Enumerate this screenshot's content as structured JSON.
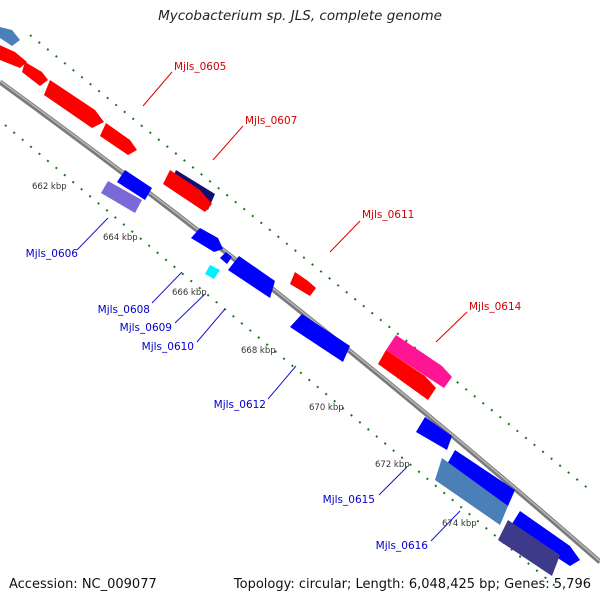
{
  "title": "Mycobacterium sp. JLS, complete genome",
  "accession": "Accession: NC_009077",
  "topology": "Topology: circular; Length: 6,048,425 bp; Genes: 5,796",
  "colors": {
    "forward_gene": "#ff0000",
    "reverse_gene": "#0000ff",
    "backbone": "#8c8c8c",
    "tick": "#1a7a1a",
    "forward_label": "#cc0000",
    "reverse_label": "#0000cc"
  },
  "kbp_labels": [
    "662 kbp",
    "664 kbp",
    "666 kbp",
    "668 kbp",
    "670 kbp",
    "672 kbp",
    "674 kbp"
  ],
  "gene_labels": {
    "forward": [
      "Mjls_0605",
      "Mjls_0607",
      "Mjls_0611",
      "Mjls_0614"
    ],
    "reverse": [
      "Mjls_0606",
      "Mjls_0608",
      "Mjls_0609",
      "Mjls_0610",
      "Mjls_0612",
      "Mjls_0615",
      "Mjls_0616"
    ]
  }
}
